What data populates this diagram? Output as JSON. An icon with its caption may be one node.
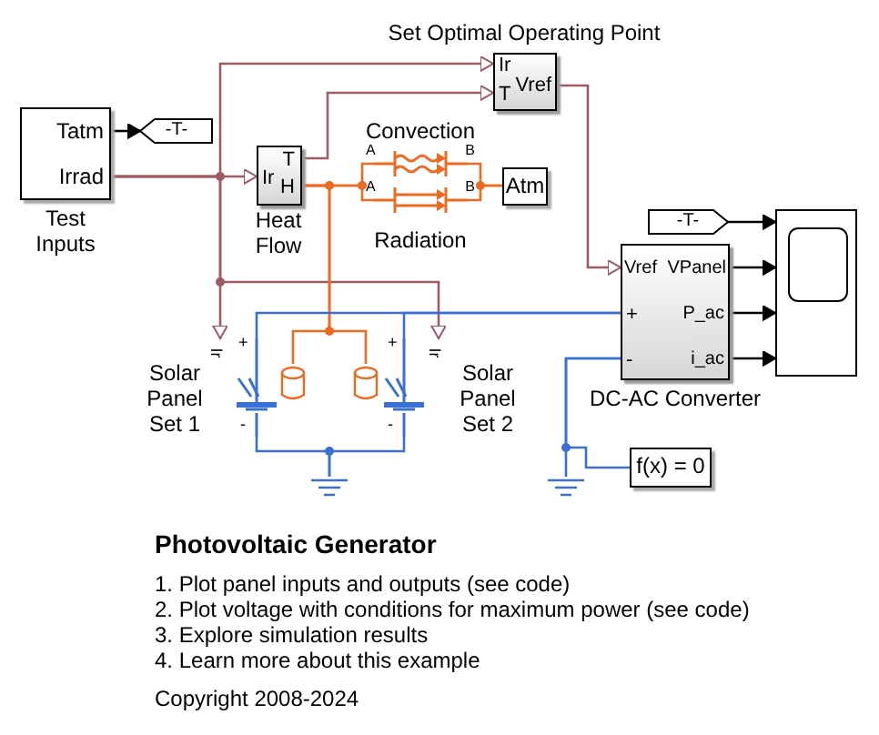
{
  "diagram": {
    "title": "Photovoltaic Generator",
    "nodes": [
      {
        "text": [
          "Tatm",
          "Irrad"
        ],
        "beside": [
          "Test Inputs"
        ]
      },
      {
        "text": [
          "-T-"
        ]
      },
      {
        "text": [
          "Ir",
          "T",
          "Vref"
        ],
        "beside": [
          "Set Optimal Operating Point"
        ]
      },
      {
        "text": [
          "T",
          "Ir",
          "H"
        ],
        "beside": [
          "Heat Flow"
        ]
      },
      {
        "text": [
          "A",
          "B"
        ],
        "beside": [
          "Convection"
        ]
      },
      {
        "text": [
          "A",
          "B"
        ],
        "beside": [
          "Radiation"
        ]
      },
      {
        "text": [
          "Atm"
        ]
      },
      {
        "text": [
          "-T-"
        ]
      },
      {
        "text": [],
        "shape": "box"
      },
      {
        "text": [
          "Vref",
          "VPanel",
          "+",
          "P_ac",
          "-",
          "i_ac"
        ],
        "beside": [
          "DC-AC Converter"
        ]
      },
      {
        "text": [
          "Ir",
          "+",
          "-"
        ],
        "beside": [
          "Solar Panel Set 1"
        ]
      },
      {
        "text": [
          "+",
          "Ir",
          "-"
        ],
        "beside": [
          "Solar Panel Set 2"
        ]
      },
      {
        "text": [],
        "shape": "cylinder"
      },
      {
        "text": [],
        "shape": "cylinder"
      },
      {
        "text": [],
        "shape": "ground"
      },
      {
        "text": [],
        "shape": "ground"
      },
      {
        "text": [
          "f(x) = 0"
        ]
      }
    ],
    "edges": [
      {
        "from": 0,
        "to": 1,
        "arrow": "to",
        "color": "#000000"
      },
      {
        "from": 0,
        "to": 3,
        "arrow": "to",
        "color": "#a05a64"
      },
      {
        "from": 0,
        "to": 2,
        "arrow": "to",
        "color": "#a05a64"
      },
      {
        "from": 0,
        "to": 10,
        "arrow": "to",
        "color": "#a05a64"
      },
      {
        "from": 0,
        "to": 11,
        "arrow": "to",
        "color": "#a05a64"
      },
      {
        "from": 3,
        "to": 2,
        "arrow": "to",
        "color": "#a05a64"
      },
      {
        "from": 2,
        "to": 9,
        "arrow": "to",
        "color": "#a05a64"
      },
      {
        "from": 7,
        "to": 8,
        "arrow": "to",
        "color": "#000000"
      },
      {
        "from": 9,
        "to": 8,
        "arrow": "to",
        "color": "#000000"
      },
      {
        "from": 9,
        "to": 8,
        "arrow": "to",
        "color": "#000000"
      },
      {
        "from": 9,
        "to": 8,
        "arrow": "to",
        "color": "#000000"
      },
      {
        "from": 3,
        "to": 4,
        "arrow": "none",
        "color": "#ec6a22"
      },
      {
        "from": 3,
        "to": 5,
        "arrow": "none",
        "color": "#ec6a22"
      },
      {
        "from": 3,
        "to": 12,
        "arrow": "none",
        "color": "#ec6a22"
      },
      {
        "from": 3,
        "to": 13,
        "arrow": "none",
        "color": "#ec6a22"
      },
      {
        "from": 4,
        "to": 6,
        "arrow": "none",
        "color": "#ec6a22"
      },
      {
        "from": 5,
        "to": 6,
        "arrow": "none",
        "color": "#ec6a22"
      },
      {
        "from": 10,
        "to": 9,
        "arrow": "none",
        "color": "#3b6fd1"
      },
      {
        "from": 11,
        "to": 9,
        "arrow": "none",
        "color": "#3b6fd1"
      },
      {
        "from": 10,
        "to": 14,
        "arrow": "none",
        "color": "#3b6fd1"
      },
      {
        "from": 11,
        "to": 14,
        "arrow": "none",
        "color": "#3b6fd1"
      },
      {
        "from": 9,
        "to": 15,
        "arrow": "none",
        "color": "#3b6fd1"
      },
      {
        "from": 9,
        "to": 16,
        "arrow": "none",
        "color": "#3b6fd1"
      }
    ],
    "labels": [
      "1. Plot panel inputs and outputs (see code)",
      "2. Plot voltage with conditions for maximum power (see code)",
      "3. Explore simulation results",
      "4. Learn more about this example",
      "Copyright 2008-2024"
    ]
  }
}
